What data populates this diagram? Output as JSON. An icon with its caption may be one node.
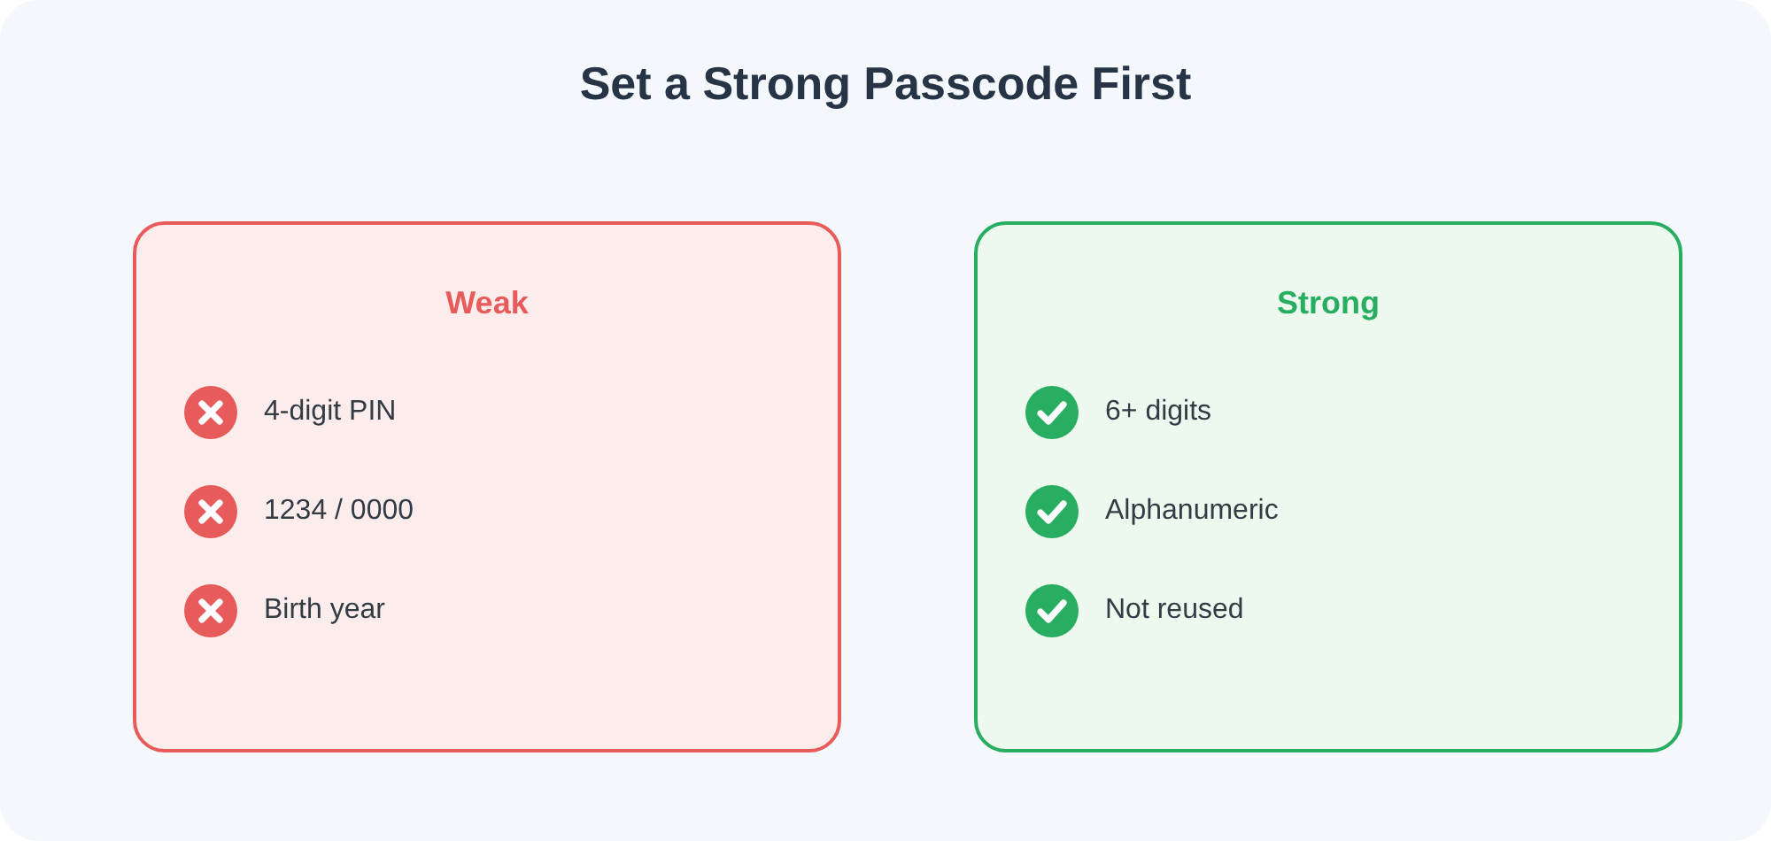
{
  "diagram": {
    "title": "Set a Strong Passcode First",
    "nodes": [
      {
        "text": [
          "Weak",
          "4-digit PIN",
          "1234 / 0000",
          "Birth year"
        ]
      },
      {
        "text": [
          "Strong",
          "6+ digits",
          "Alphanumeric",
          "Not reused"
        ]
      }
    ]
  }
}
